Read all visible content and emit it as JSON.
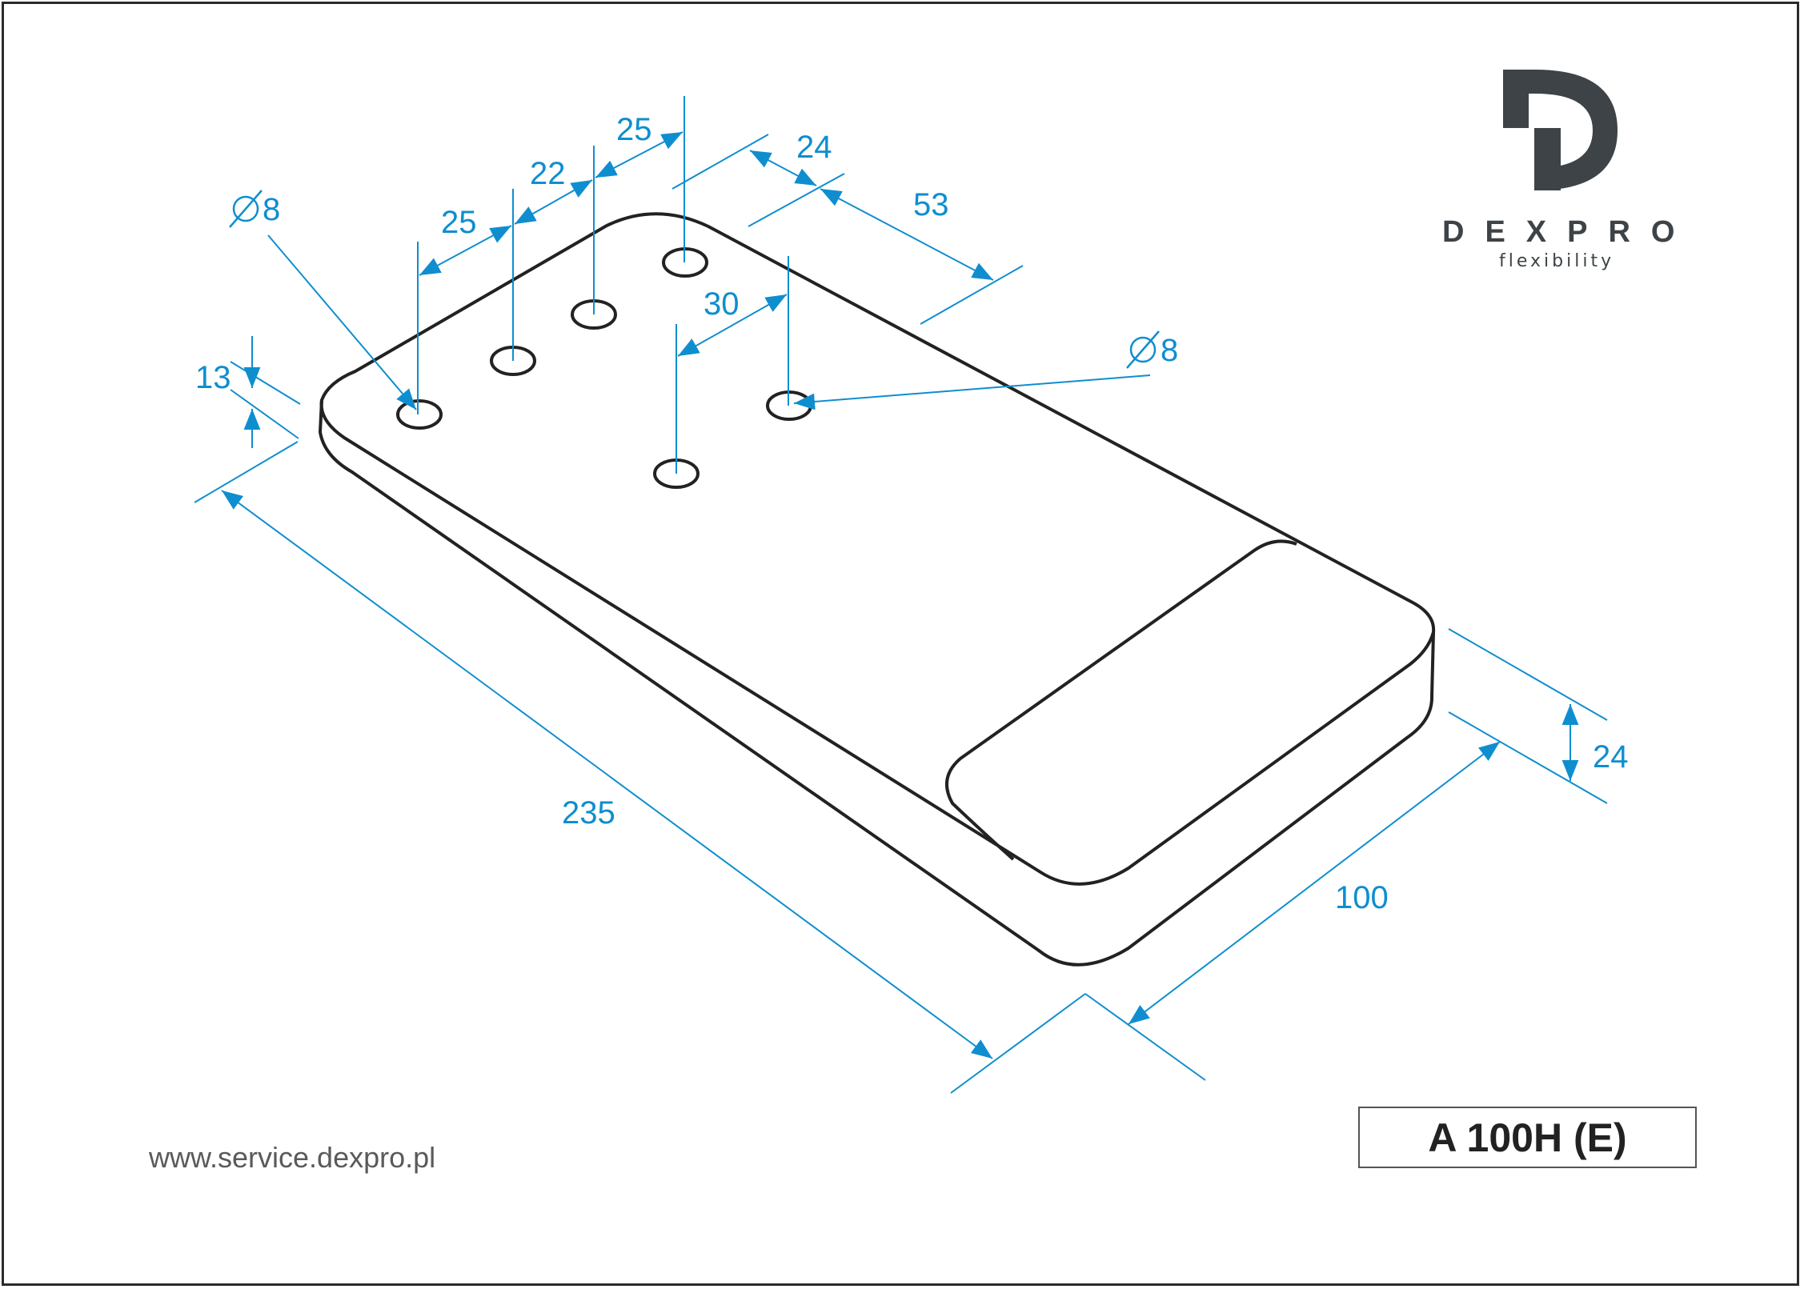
{
  "brand": {
    "logo_mark": "D",
    "name": "DEXPRO",
    "tagline": "flexibility"
  },
  "footer": {
    "website": "www.service.dexpro.pl",
    "model": "A 100H (E)"
  },
  "dimensions": {
    "hole_dia_left": "8",
    "hole_dia_right": "8",
    "hole_spacing_1": "25",
    "hole_spacing_2": "25",
    "hole_spacing_3": "22",
    "hole_spacing_4": "24",
    "top_offset": "53",
    "inner_offset": "30",
    "thickness": "13",
    "length": "235",
    "width": "100",
    "rise": "24"
  },
  "colors": {
    "dimension": "#0f8ecf",
    "outline": "#222222",
    "brand": "#3d4347"
  }
}
